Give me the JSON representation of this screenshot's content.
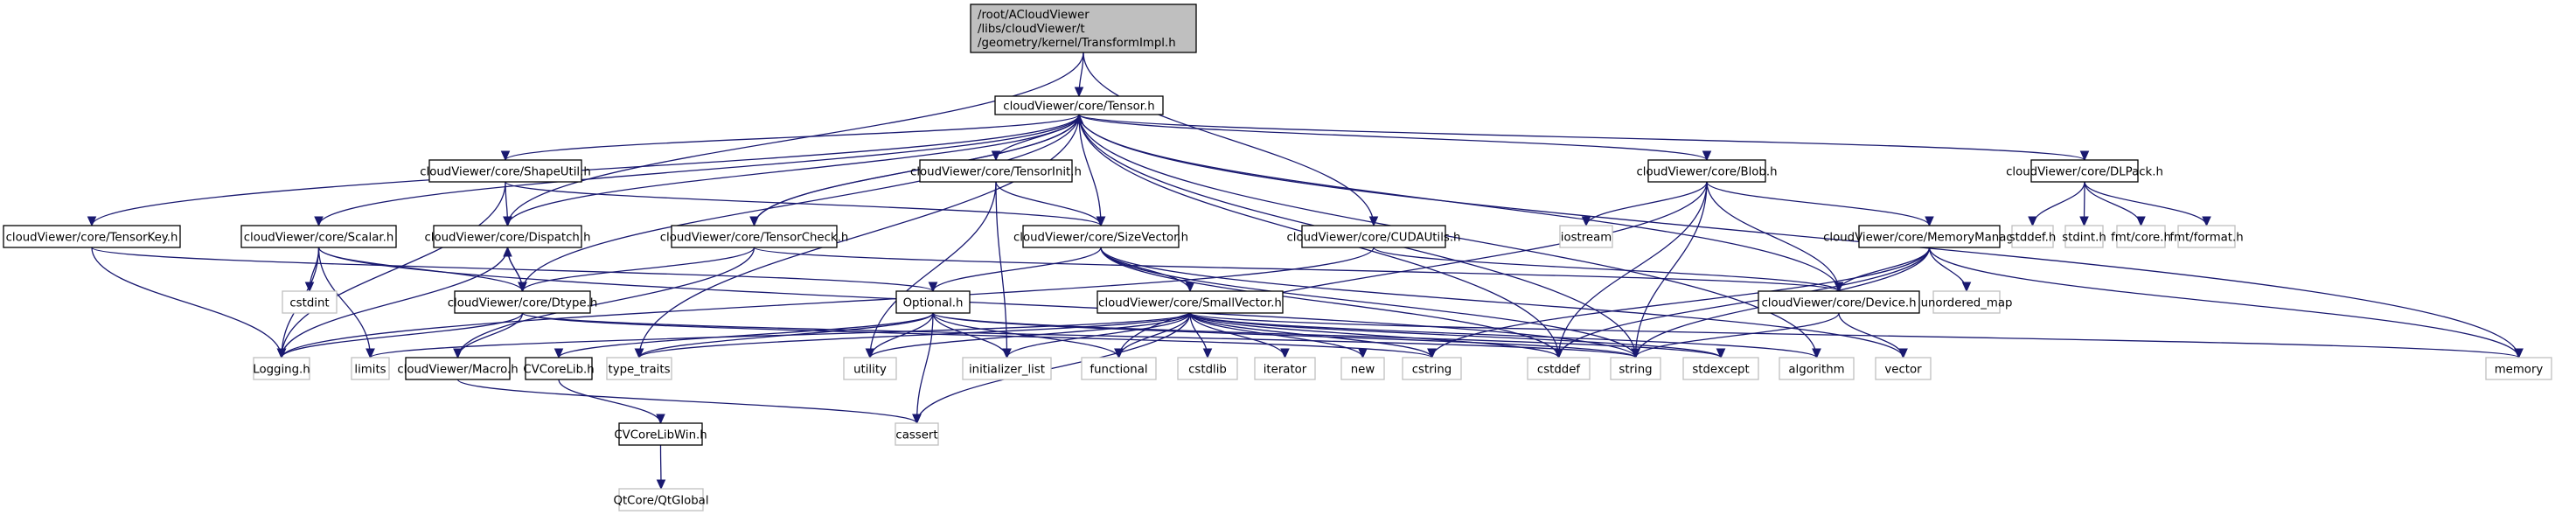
{
  "title": "Include dependency graph for TransformImpl.h",
  "colors": {
    "edge": "#191970",
    "root_fill": "#bfbfbf",
    "local_border": "#000000",
    "system_border": "#bfbfbf"
  },
  "nodes": [
    {
      "id": "root",
      "kind": "root",
      "lines": [
        "/root/ACloudViewer",
        "/libs/cloudViewer/t",
        "/geometry/kernel/TransformImpl.h"
      ]
    },
    {
      "id": "Tensor",
      "kind": "local",
      "lines": [
        "cloudViewer/core/Tensor.h"
      ]
    },
    {
      "id": "ShapeUtil",
      "kind": "local",
      "lines": [
        "cloudViewer/core/ShapeUtil.h"
      ]
    },
    {
      "id": "TensorInit",
      "kind": "local",
      "lines": [
        "cloudViewer/core/TensorInit.h"
      ]
    },
    {
      "id": "Blob",
      "kind": "local",
      "lines": [
        "cloudViewer/core/Blob.h"
      ]
    },
    {
      "id": "DLPack",
      "kind": "local",
      "lines": [
        "cloudViewer/core/DLPack.h"
      ]
    },
    {
      "id": "TensorKey",
      "kind": "local",
      "lines": [
        "cloudViewer/core/TensorKey.h"
      ]
    },
    {
      "id": "Scalar",
      "kind": "local",
      "lines": [
        "cloudViewer/core/Scalar.h"
      ]
    },
    {
      "id": "Dispatch",
      "kind": "local",
      "lines": [
        "cloudViewer/core/Dispatch.h"
      ]
    },
    {
      "id": "TensorCheck",
      "kind": "local",
      "lines": [
        "cloudViewer/core/TensorCheck.h"
      ]
    },
    {
      "id": "SizeVector",
      "kind": "local",
      "lines": [
        "cloudViewer/core/SizeVector.h"
      ]
    },
    {
      "id": "CUDAUtils",
      "kind": "local",
      "lines": [
        "cloudViewer/core/CUDAUtils.h"
      ]
    },
    {
      "id": "iostream",
      "kind": "system",
      "lines": [
        "iostream"
      ]
    },
    {
      "id": "MemoryManager",
      "kind": "local",
      "lines": [
        "cloudViewer/core/MemoryManager.h"
      ]
    },
    {
      "id": "stddef_h",
      "kind": "system",
      "lines": [
        "stddef.h"
      ]
    },
    {
      "id": "stdint_h",
      "kind": "system",
      "lines": [
        "stdint.h"
      ]
    },
    {
      "id": "fmtcore",
      "kind": "system",
      "lines": [
        "fmt/core.h"
      ]
    },
    {
      "id": "fmtformat",
      "kind": "system",
      "lines": [
        "fmt/format.h"
      ]
    },
    {
      "id": "cstdint",
      "kind": "system",
      "lines": [
        "cstdint"
      ]
    },
    {
      "id": "Dtype",
      "kind": "local",
      "lines": [
        "cloudViewer/core/Dtype.h"
      ]
    },
    {
      "id": "Optional",
      "kind": "local",
      "lines": [
        "Optional.h"
      ]
    },
    {
      "id": "SmallVector",
      "kind": "local",
      "lines": [
        "cloudViewer/core/SmallVector.h"
      ]
    },
    {
      "id": "Device",
      "kind": "local",
      "lines": [
        "cloudViewer/core/Device.h"
      ]
    },
    {
      "id": "unordered_map",
      "kind": "system",
      "lines": [
        "unordered_map"
      ]
    },
    {
      "id": "Logging",
      "kind": "system",
      "lines": [
        "Logging.h"
      ]
    },
    {
      "id": "limits",
      "kind": "system",
      "lines": [
        "limits"
      ]
    },
    {
      "id": "Macro",
      "kind": "local",
      "lines": [
        "cloudViewer/Macro.h"
      ]
    },
    {
      "id": "CVCoreLib",
      "kind": "local",
      "lines": [
        "CVCoreLib.h"
      ]
    },
    {
      "id": "type_traits",
      "kind": "system",
      "lines": [
        "type_traits"
      ]
    },
    {
      "id": "utility",
      "kind": "system",
      "lines": [
        "utility"
      ]
    },
    {
      "id": "initializer_list",
      "kind": "system",
      "lines": [
        "initializer_list"
      ]
    },
    {
      "id": "functional",
      "kind": "system",
      "lines": [
        "functional"
      ]
    },
    {
      "id": "cstdlib",
      "kind": "system",
      "lines": [
        "cstdlib"
      ]
    },
    {
      "id": "iterator",
      "kind": "system",
      "lines": [
        "iterator"
      ]
    },
    {
      "id": "new",
      "kind": "system",
      "lines": [
        "new"
      ]
    },
    {
      "id": "cstring",
      "kind": "system",
      "lines": [
        "cstring"
      ]
    },
    {
      "id": "cstddef",
      "kind": "system",
      "lines": [
        "cstddef"
      ]
    },
    {
      "id": "string",
      "kind": "system",
      "lines": [
        "string"
      ]
    },
    {
      "id": "stdexcept",
      "kind": "system",
      "lines": [
        "stdexcept"
      ]
    },
    {
      "id": "algorithm",
      "kind": "system",
      "lines": [
        "algorithm"
      ]
    },
    {
      "id": "vector",
      "kind": "system",
      "lines": [
        "vector"
      ]
    },
    {
      "id": "memory",
      "kind": "system",
      "lines": [
        "memory"
      ]
    },
    {
      "id": "cassert",
      "kind": "system",
      "lines": [
        "cassert"
      ]
    },
    {
      "id": "CVCoreLibWin",
      "kind": "local",
      "lines": [
        "CVCoreLibWin.h"
      ]
    },
    {
      "id": "QtGlobal",
      "kind": "system",
      "lines": [
        "QtCore/QtGlobal"
      ]
    }
  ],
  "edges": [
    [
      "root",
      "Tensor"
    ],
    [
      "root",
      "Dispatch"
    ],
    [
      "root",
      "CUDAUtils"
    ],
    [
      "Tensor",
      "ShapeUtil"
    ],
    [
      "Tensor",
      "TensorInit"
    ],
    [
      "Tensor",
      "Blob"
    ],
    [
      "Tensor",
      "DLPack"
    ],
    [
      "Tensor",
      "TensorKey"
    ],
    [
      "Tensor",
      "Scalar"
    ],
    [
      "Tensor",
      "Dispatch"
    ],
    [
      "Tensor",
      "TensorCheck"
    ],
    [
      "Tensor",
      "SizeVector"
    ],
    [
      "Tensor",
      "Dtype"
    ],
    [
      "Tensor",
      "Device"
    ],
    [
      "Tensor",
      "memory"
    ],
    [
      "Tensor",
      "type_traits"
    ],
    [
      "Tensor",
      "string"
    ],
    [
      "Tensor",
      "cstddef"
    ],
    [
      "Tensor",
      "algorithm"
    ],
    [
      "ShapeUtil",
      "Dispatch"
    ],
    [
      "ShapeUtil",
      "SizeVector"
    ],
    [
      "ShapeUtil",
      "Logging"
    ],
    [
      "TensorInit",
      "SizeVector"
    ],
    [
      "TensorInit",
      "initializer_list"
    ],
    [
      "TensorInit",
      "utility"
    ],
    [
      "Blob",
      "iostream"
    ],
    [
      "Blob",
      "Device"
    ],
    [
      "Blob",
      "MemoryManager"
    ],
    [
      "Blob",
      "string"
    ],
    [
      "Blob",
      "cstddef"
    ],
    [
      "Blob",
      "functional"
    ],
    [
      "DLPack",
      "stddef_h"
    ],
    [
      "DLPack",
      "stdint_h"
    ],
    [
      "DLPack",
      "fmtcore"
    ],
    [
      "DLPack",
      "fmtformat"
    ],
    [
      "TensorKey",
      "Optional"
    ],
    [
      "TensorKey",
      "Logging"
    ],
    [
      "Scalar",
      "cstdint"
    ],
    [
      "Scalar",
      "Dtype"
    ],
    [
      "Scalar",
      "Logging"
    ],
    [
      "Scalar",
      "limits"
    ],
    [
      "Scalar",
      "string"
    ],
    [
      "Dispatch",
      "Dtype"
    ],
    [
      "Dispatch",
      "Logging"
    ],
    [
      "Dtype",
      "Dispatch"
    ],
    [
      "Dtype",
      "Macro"
    ],
    [
      "Dtype",
      "Logging"
    ],
    [
      "Dtype",
      "string"
    ],
    [
      "Dtype",
      "cstring"
    ],
    [
      "TensorCheck",
      "Tensor"
    ],
    [
      "TensorCheck",
      "Dtype"
    ],
    [
      "TensorCheck",
      "Macro"
    ],
    [
      "TensorCheck",
      "Device"
    ],
    [
      "SizeVector",
      "Optional"
    ],
    [
      "SizeVector",
      "SmallVector"
    ],
    [
      "SizeVector",
      "string"
    ],
    [
      "SizeVector",
      "cstddef"
    ],
    [
      "SizeVector",
      "vector"
    ],
    [
      "CUDAUtils",
      "Device"
    ],
    [
      "CUDAUtils",
      "Logging"
    ],
    [
      "MemoryManager",
      "Device"
    ],
    [
      "MemoryManager",
      "unordered_map"
    ],
    [
      "MemoryManager",
      "memory"
    ],
    [
      "MemoryManager",
      "cstddef"
    ],
    [
      "MemoryManager",
      "string"
    ],
    [
      "MemoryManager",
      "cstring"
    ],
    [
      "Optional",
      "CVCoreLib"
    ],
    [
      "Optional",
      "type_traits"
    ],
    [
      "Optional",
      "utility"
    ],
    [
      "Optional",
      "initializer_list"
    ],
    [
      "Optional",
      "functional"
    ],
    [
      "Optional",
      "cassert"
    ],
    [
      "Optional",
      "string"
    ],
    [
      "Optional",
      "stdexcept"
    ],
    [
      "SmallVector",
      "type_traits"
    ],
    [
      "SmallVector",
      "utility"
    ],
    [
      "SmallVector",
      "initializer_list"
    ],
    [
      "SmallVector",
      "functional"
    ],
    [
      "SmallVector",
      "cstdlib"
    ],
    [
      "SmallVector",
      "iterator"
    ],
    [
      "SmallVector",
      "new"
    ],
    [
      "SmallVector",
      "cstring"
    ],
    [
      "SmallVector",
      "cstddef"
    ],
    [
      "SmallVector",
      "stdexcept"
    ],
    [
      "SmallVector",
      "algorithm"
    ],
    [
      "SmallVector",
      "memory"
    ],
    [
      "SmallVector",
      "limits"
    ],
    [
      "SmallVector",
      "cassert"
    ],
    [
      "Device",
      "string"
    ],
    [
      "Device",
      "vector"
    ],
    [
      "Macro",
      "cassert"
    ],
    [
      "CVCoreLib",
      "CVCoreLibWin"
    ],
    [
      "CVCoreLibWin",
      "QtGlobal"
    ]
  ]
}
